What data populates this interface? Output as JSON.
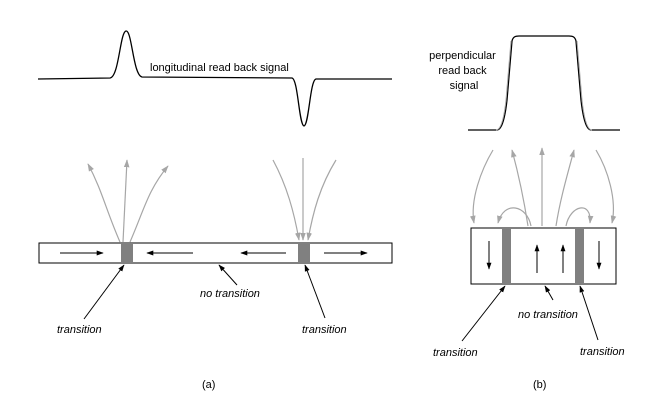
{
  "diagram_a": {
    "signal_label": "longitudinal read back signal",
    "no_transition_label": "no transition",
    "transition_left_label": "transition",
    "transition_right_label": "transition",
    "caption": "(a)"
  },
  "diagram_b": {
    "signal_label_lines": [
      "perpendicular",
      "read back",
      "signal"
    ],
    "no_transition_label": "no transition",
    "transition_left_label": "transition",
    "transition_right_label": "transition",
    "caption": "(b)"
  },
  "colors": {
    "line": "#000000",
    "field_line": "#a6a6a6",
    "transition_block": "#808080"
  }
}
